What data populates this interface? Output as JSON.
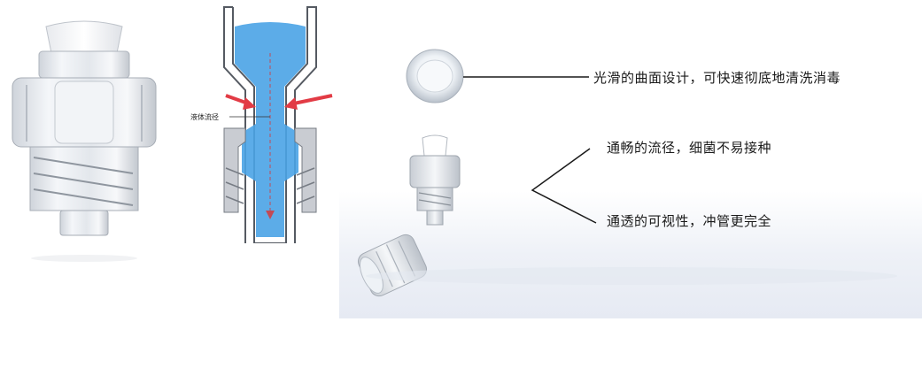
{
  "cross_section": {
    "flow_path_label": "液体流径"
  },
  "features": [
    {
      "text": "光滑的曲面设计，可快速彻底地清洗消毒"
    },
    {
      "text": "通畅的流径，细菌不易接种"
    },
    {
      "text": "通透的可视性，冲管更完全"
    }
  ],
  "colors": {
    "fluid": "#4aa3e6",
    "arrow": "#e23b45",
    "housing": "#c9ccd2",
    "line": "#1a1a1a"
  }
}
